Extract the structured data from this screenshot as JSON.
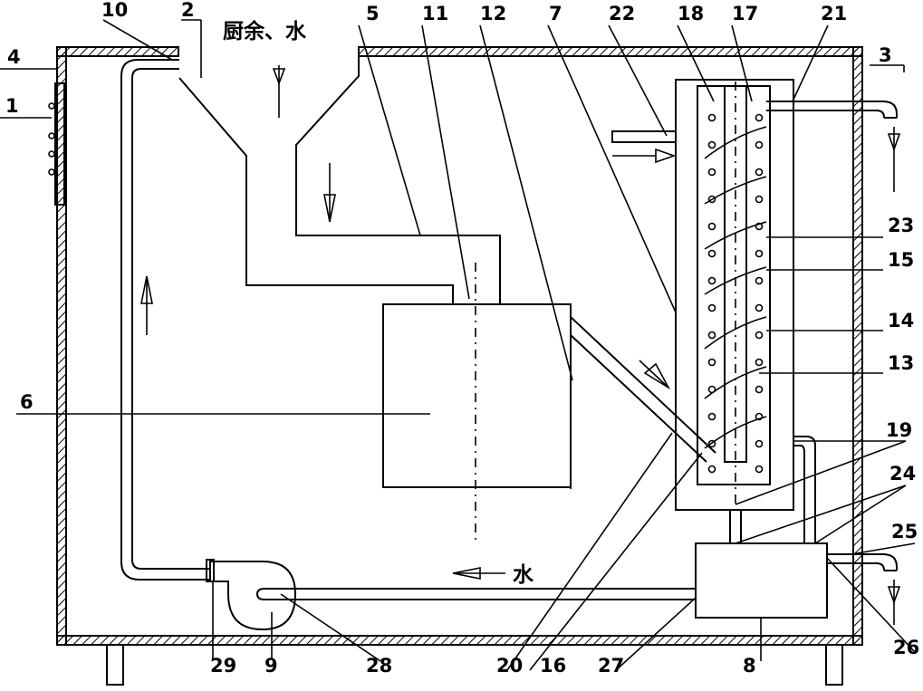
{
  "labels": {
    "l1": "1",
    "l2": "2",
    "l3": "3",
    "l4": "4",
    "l5": "5",
    "l6": "6",
    "l7": "7",
    "l8": "8",
    "l9": "9",
    "l10": "10",
    "l11": "11",
    "l12": "12",
    "l13": "13",
    "l14": "14",
    "l15": "15",
    "l16": "16",
    "l17": "17",
    "l18": "18",
    "l19": "19",
    "l20": "20",
    "l21": "21",
    "l22": "22",
    "l23": "23",
    "l24": "24",
    "l25": "25",
    "l26": "26",
    "l27": "27",
    "l28": "28",
    "l29": "29"
  },
  "text": {
    "inlet": "厨余、水",
    "water": "水"
  }
}
